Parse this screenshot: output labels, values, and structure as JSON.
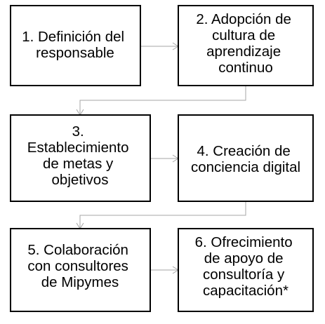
{
  "diagram": {
    "steps": [
      {
        "lines": [
          "1. Definición del",
          "responsable"
        ]
      },
      {
        "lines": [
          "2. Adopción de",
          "cultura de",
          "aprendizaje",
          "continuo"
        ]
      },
      {
        "lines": [
          "3.",
          "Establecimiento",
          "de metas y",
          "objetivos"
        ]
      },
      {
        "lines": [
          "4. Creación de",
          "conciencia digital"
        ]
      },
      {
        "lines": [
          "5. Colaboración",
          "con consultores",
          "de Mipymes"
        ]
      },
      {
        "lines": [
          "6. Ofrecimiento",
          "de apoyo de",
          "consultoría y",
          "capacitación*"
        ]
      }
    ],
    "colors": {
      "box_border": "#000000",
      "box_fill": "#ffffff",
      "connector": "#a6a6a6",
      "text": "#000000"
    }
  }
}
